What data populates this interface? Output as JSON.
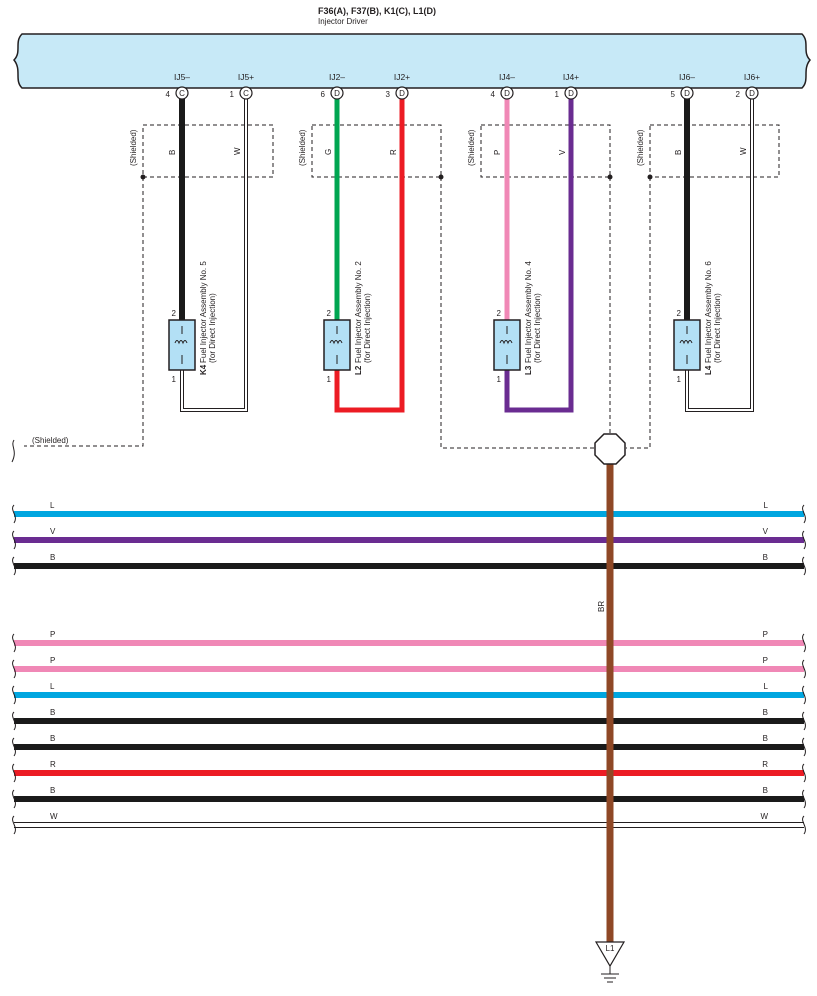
{
  "header": {
    "title": "F36(A), F37(B), K1(C), L1(D)",
    "subtitle": "Injector Driver"
  },
  "pins": [
    {
      "term": "IJ5–",
      "num": "4",
      "conn": "C"
    },
    {
      "term": "IJ5+",
      "num": "1",
      "conn": "C"
    },
    {
      "term": "IJ2–",
      "num": "6",
      "conn": "D"
    },
    {
      "term": "IJ2+",
      "num": "3",
      "conn": "D"
    },
    {
      "term": "IJ4–",
      "num": "4",
      "conn": "D"
    },
    {
      "term": "IJ4+",
      "num": "1",
      "conn": "D"
    },
    {
      "term": "IJ6–",
      "num": "5",
      "conn": "D"
    },
    {
      "term": "IJ6+",
      "num": "2",
      "conn": "D"
    }
  ],
  "shield_label": "(Shielded)",
  "pair_wire_labels": [
    "B",
    "W",
    "G",
    "R",
    "P",
    "V",
    "B",
    "W"
  ],
  "injectors": [
    {
      "code": "K4",
      "name": "Fuel Injector Assembly No. 5",
      "sub": "(for Direct Injection)",
      "pin_top": "2",
      "pin_bottom": "1"
    },
    {
      "code": "L2",
      "name": "Fuel Injector Assembly No. 2",
      "sub": "(for Direct Injection)",
      "pin_top": "2",
      "pin_bottom": "1"
    },
    {
      "code": "L3",
      "name": "Fuel Injector Assembly No. 4",
      "sub": "(for Direct Injection)",
      "pin_top": "2",
      "pin_bottom": "1"
    },
    {
      "code": "L4",
      "name": "Fuel Injector Assembly No. 6",
      "sub": "(for Direct Injection)",
      "pin_top": "2",
      "pin_bottom": "1"
    }
  ],
  "harness": [
    {
      "label": "L",
      "color": "#00a6e0"
    },
    {
      "label": "V",
      "color": "#6a2c91"
    },
    {
      "label": "B",
      "color": "#1a1a1a"
    },
    {
      "label": "P",
      "color": "#f088b6"
    },
    {
      "label": "P",
      "color": "#f088b6"
    },
    {
      "label": "L",
      "color": "#00a6e0"
    },
    {
      "label": "B",
      "color": "#1a1a1a"
    },
    {
      "label": "B",
      "color": "#1a1a1a"
    },
    {
      "label": "R",
      "color": "#ec1c24"
    },
    {
      "label": "B",
      "color": "#1a1a1a"
    },
    {
      "label": "W",
      "color": "#ffffff"
    }
  ],
  "ground_wire_label": "BR",
  "ground_label": "L1",
  "colors": {
    "ecu_fill": "#c7e9f7",
    "injector_fill": "#b3e0f5",
    "black": "#1a1a1a",
    "white_wire": "#ffffff",
    "green": "#00a651",
    "red": "#ec1c24",
    "pink": "#f088b6",
    "violet": "#6a2c91",
    "blue": "#00a6e0",
    "brown": "#a0522d"
  }
}
